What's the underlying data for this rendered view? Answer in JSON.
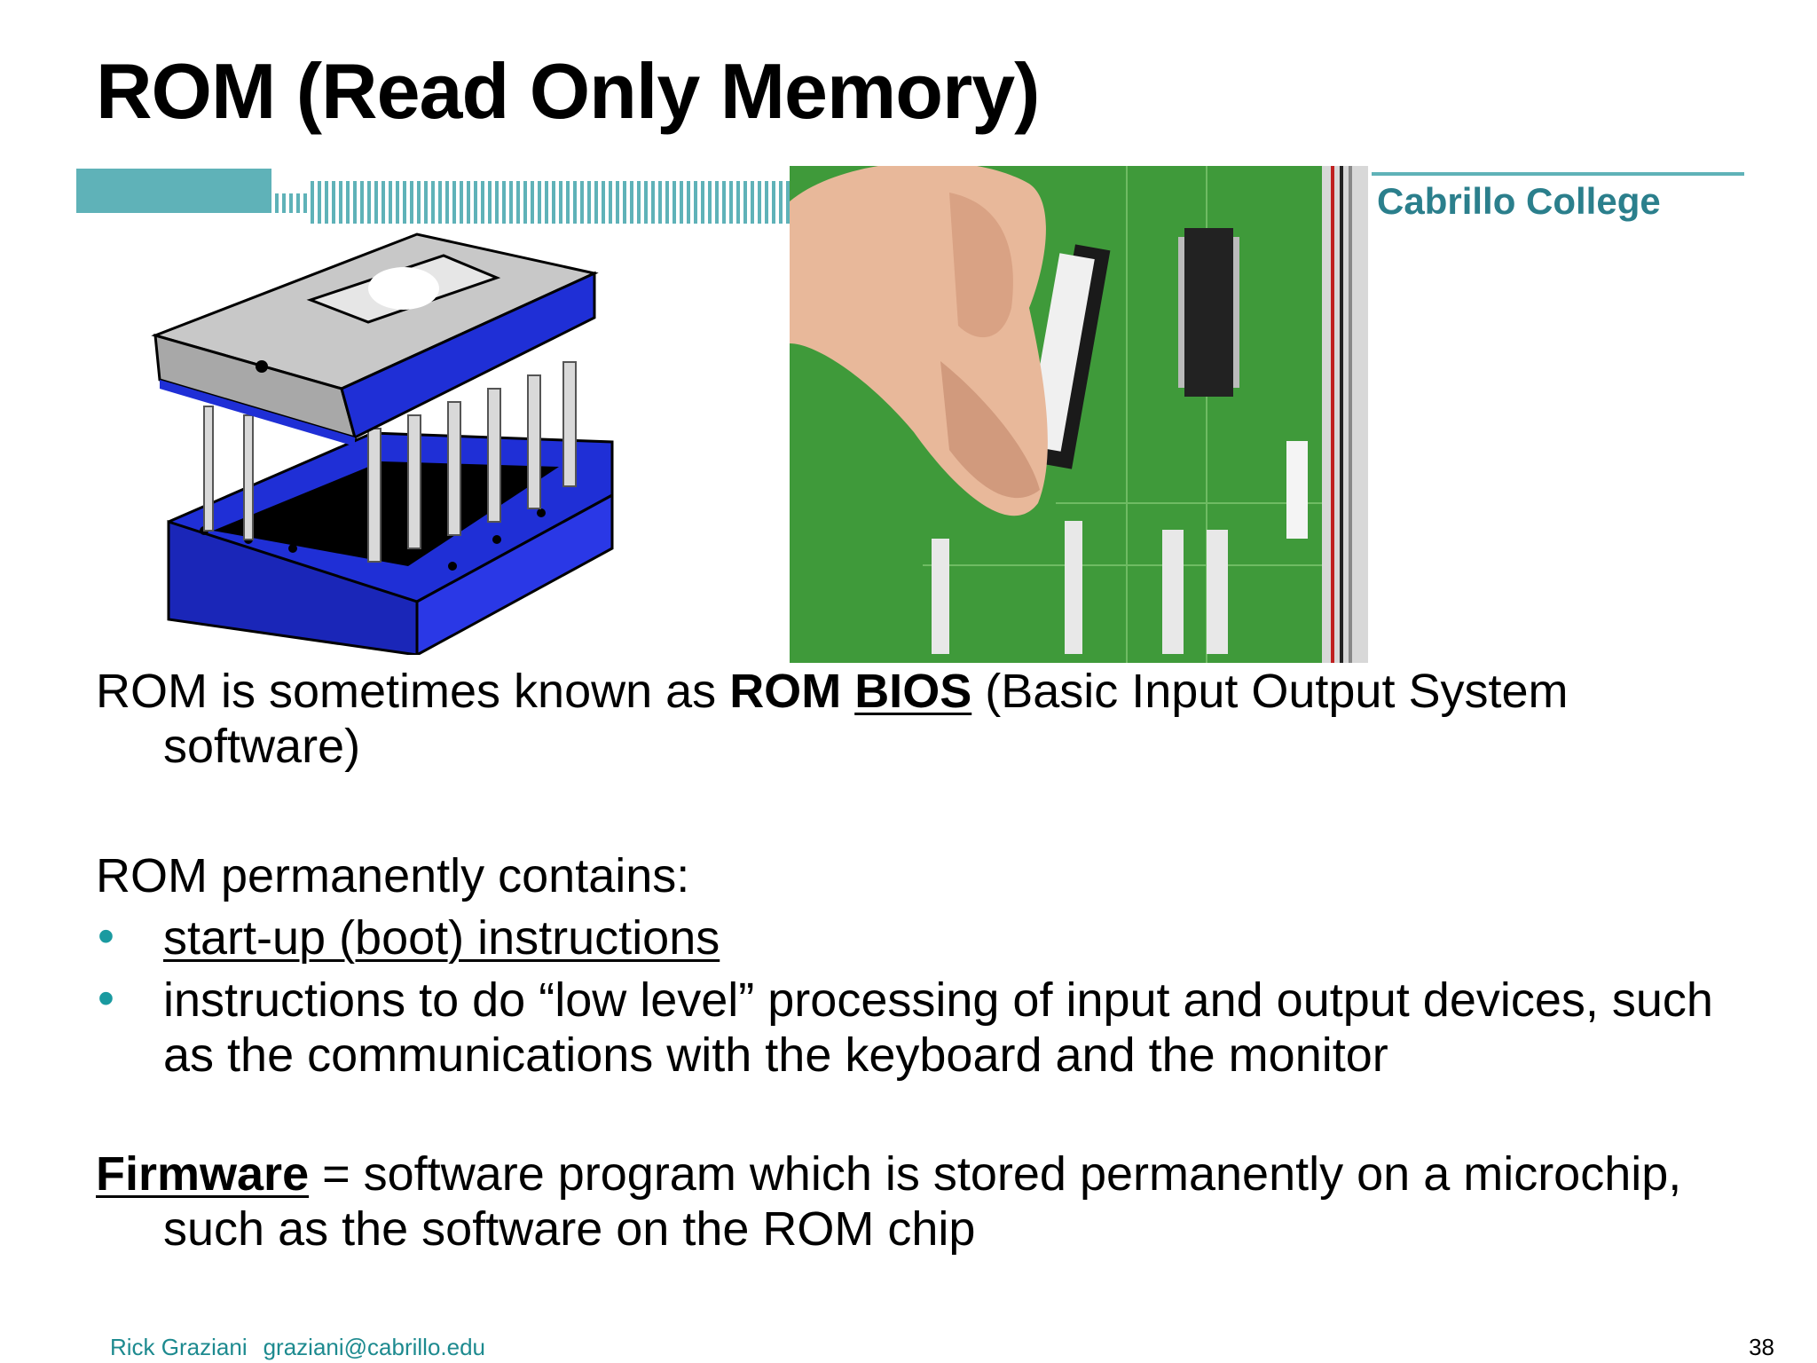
{
  "slide": {
    "title": "ROM (Read Only Memory)",
    "brand": "Cabrillo College",
    "colors": {
      "accent": "#2b7f8c",
      "bullet": "#1a9aa0",
      "chip_blue": "#1f2fd6",
      "board_green": "#3f9a3a"
    },
    "icons": {
      "chip": "rom-chip-illustration",
      "photo": "rom-chip-on-board-photo"
    }
  },
  "paragraph1": {
    "part1": "ROM is sometimes known as ",
    "bold1": "ROM",
    "space": " ",
    "bold_underline": "BIOS",
    "part2": " (Basic Input Output System software)"
  },
  "paragraph2": {
    "intro": "ROM permanently contains:",
    "bullets": [
      "start-up (boot) instructions",
      "instructions to do “low level” processing of input and output devices, such as the communications with the keyboard and the monitor"
    ]
  },
  "paragraph3": {
    "term": "Firmware",
    "definition": " = software program which is stored permanently on a microchip, such as the software on the ROM chip"
  },
  "footer": {
    "author": "Rick Graziani",
    "email": "graziani@cabrillo.edu",
    "page": "38"
  }
}
